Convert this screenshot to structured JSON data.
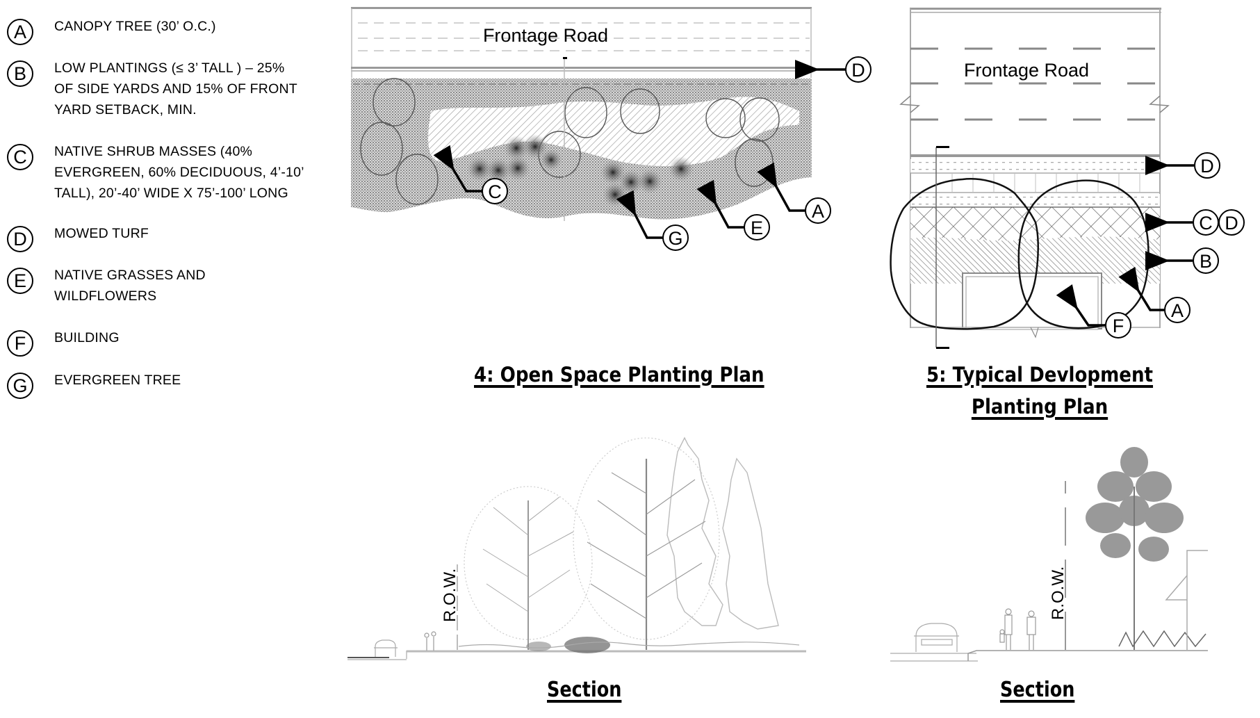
{
  "legend": {
    "items": [
      {
        "key": "A",
        "label": "CANOPY TREE (30’ O.C.)"
      },
      {
        "key": "B",
        "label": "LOW PLANTINGS (≤ 3’ TALL ) – 25%\nOF SIDE YARDS AND 15% OF FRONT\nYARD  SETBACK, MIN."
      },
      {
        "key": "C",
        "label": "NATIVE SHRUB MASSES  (40%\nEVERGREEN, 60% DECIDUOUS, 4’-10’\nTALL), 20’-40’ WIDE X 75’-100’ LONG"
      },
      {
        "key": "D",
        "label": "MOWED TURF"
      },
      {
        "key": "E",
        "label": "NATIVE GRASSES AND\nWILDFLOWERS"
      },
      {
        "key": "F",
        "label": "BUILDING"
      },
      {
        "key": "G",
        "label": "EVERGREEN TREE"
      }
    ]
  },
  "plan4": {
    "road_label": "Frontage Road",
    "title": "4: Open Space Planting Plan",
    "callouts": [
      "D",
      "C",
      "G",
      "E",
      "A"
    ]
  },
  "plan5": {
    "road_label": "Frontage Road",
    "title_line1": "5: Typical Devlopment",
    "title_line2": "Planting Plan",
    "callouts": [
      "D",
      "C",
      "D",
      "B",
      "A",
      "F"
    ]
  },
  "section4": {
    "row_label": "R.O.W.",
    "title": "Section"
  },
  "section5": {
    "row_label": "R.O.W.",
    "title": "Section"
  }
}
